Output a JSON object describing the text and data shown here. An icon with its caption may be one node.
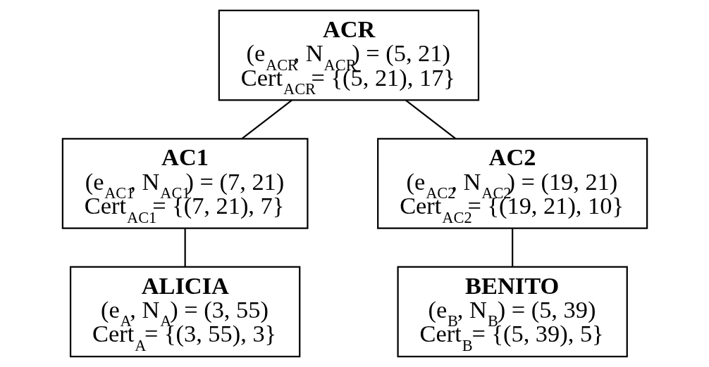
{
  "diagram": {
    "nodes": [
      {
        "text": [
          "ACR",
          "(e$_{ACR}$, N$_{ACR}$) = (5, 21)",
          "Cert$_{ACR}$= {(5, 21), 17}"
        ]
      },
      {
        "text": [
          "AC1",
          "(e$_{AC1}$, N$_{AC1}$) = (7, 21)",
          "Cert$_{AC1}$= {(7, 21), 7}"
        ]
      },
      {
        "text": [
          "AC2",
          "(e$_{AC2}$, N$_{AC2}$) = (19, 21)",
          "Cert$_{AC2}$= {(19, 21), 10}"
        ]
      },
      {
        "text": [
          "ALICIA",
          "(e$_{A}$, N$_{A}$) = (3, 55)",
          "Cert$_{A}$= {(3, 55), 3}"
        ]
      },
      {
        "text": [
          "BENITO",
          "(e$_{B}$, N$_{B}$) = (5, 39)",
          "Cert$_{B}$= {(5, 39), 5}"
        ]
      }
    ],
    "edges": [
      {
        "from": 0,
        "to": 1,
        "arrow": "none"
      },
      {
        "from": 0,
        "to": 2,
        "arrow": "none"
      },
      {
        "from": 1,
        "to": 3,
        "arrow": "none"
      },
      {
        "from": 2,
        "to": 4,
        "arrow": "none"
      }
    ]
  }
}
